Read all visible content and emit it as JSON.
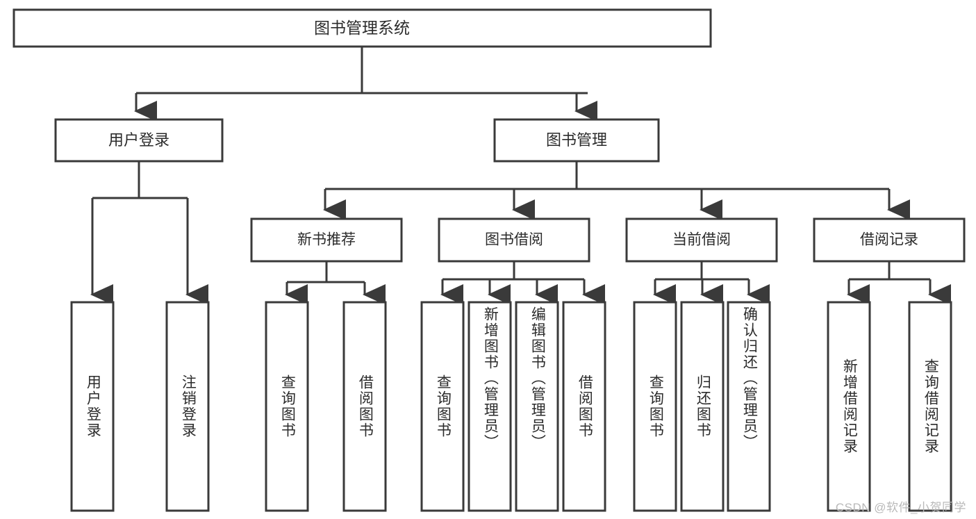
{
  "diagram": {
    "type": "tree-hierarchy-chart",
    "title_node": {
      "id": "root",
      "label": "图书管理系统"
    },
    "level2": [
      {
        "id": "user-login",
        "label": "用户登录"
      },
      {
        "id": "book-management",
        "label": "图书管理"
      }
    ],
    "level3": [
      {
        "id": "new-book-recommend",
        "label": "新书推荐",
        "parent": "book-management"
      },
      {
        "id": "book-borrow",
        "label": "图书借阅",
        "parent": "book-management"
      },
      {
        "id": "current-borrow",
        "label": "当前借阅",
        "parent": "book-management"
      },
      {
        "id": "borrow-record",
        "label": "借阅记录",
        "parent": "book-management"
      }
    ],
    "leaves": [
      {
        "id": "leaf-user-login",
        "label": "用户登录",
        "parent": "user-login"
      },
      {
        "id": "leaf-logout-login",
        "label": "注销登录",
        "parent": "user-login"
      },
      {
        "id": "leaf-query-book-1",
        "label": "查询图书",
        "parent": "new-book-recommend"
      },
      {
        "id": "leaf-borrow-book-1",
        "label": "借阅图书",
        "parent": "new-book-recommend"
      },
      {
        "id": "leaf-query-book-2",
        "label": "查询图书",
        "parent": "book-borrow"
      },
      {
        "id": "leaf-add-book",
        "label": "新增图书（管理员）",
        "parent": "book-borrow"
      },
      {
        "id": "leaf-edit-book",
        "label": "编辑图书（管理员）",
        "parent": "book-borrow"
      },
      {
        "id": "leaf-borrow-book-2",
        "label": "借阅图书",
        "parent": "book-borrow"
      },
      {
        "id": "leaf-query-book-3",
        "label": "查询图书",
        "parent": "current-borrow"
      },
      {
        "id": "leaf-return-book",
        "label": "归还图书",
        "parent": "current-borrow"
      },
      {
        "id": "leaf-confirm-return",
        "label": "确认归还（管理员）",
        "parent": "current-borrow"
      },
      {
        "id": "leaf-add-record",
        "label": "新增借阅记录",
        "parent": "borrow-record"
      },
      {
        "id": "leaf-query-record",
        "label": "查询借阅记录",
        "parent": "borrow-record"
      }
    ],
    "colors": {
      "stroke": "#3a3a3a",
      "fill": "#ffffff",
      "text": "#2b2b2b",
      "background": "#ffffff",
      "watermark": "#b9b9b9"
    }
  },
  "watermark": {
    "text": "CSDN @软件_小贺同学"
  }
}
